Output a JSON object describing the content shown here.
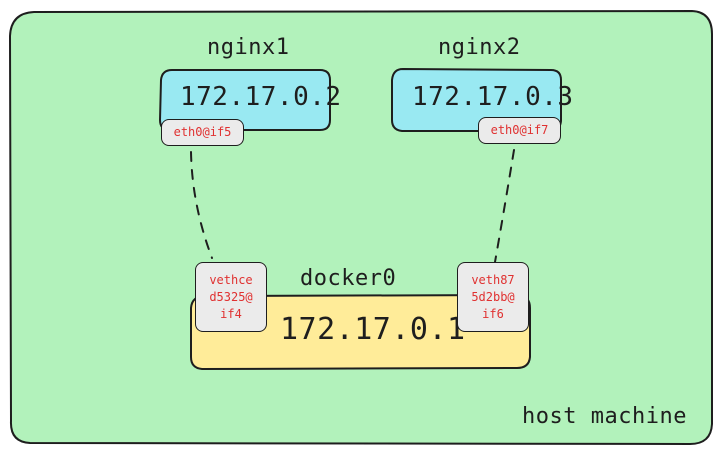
{
  "host": {
    "label": "host machine",
    "fill": "#b2f2bb",
    "stroke": "#1e1e1e"
  },
  "containers": [
    {
      "name": "nginx1",
      "ip": "172.17.0.2",
      "iface": "eth0@if5",
      "fill": "#99e9f2"
    },
    {
      "name": "nginx2",
      "ip": "172.17.0.3",
      "iface": "eth0@if7",
      "fill": "#99e9f2"
    }
  ],
  "bridge": {
    "name": "docker0",
    "ip": "172.17.0.1",
    "fill": "#ffec99",
    "veth_left": [
      "vethce",
      "d5325@",
      "if4"
    ],
    "veth_right": [
      "veth87",
      "5d2bb@",
      "if6"
    ]
  },
  "colors": {
    "badge_text": "#e03131",
    "badge_fill": "#ebebeb"
  }
}
